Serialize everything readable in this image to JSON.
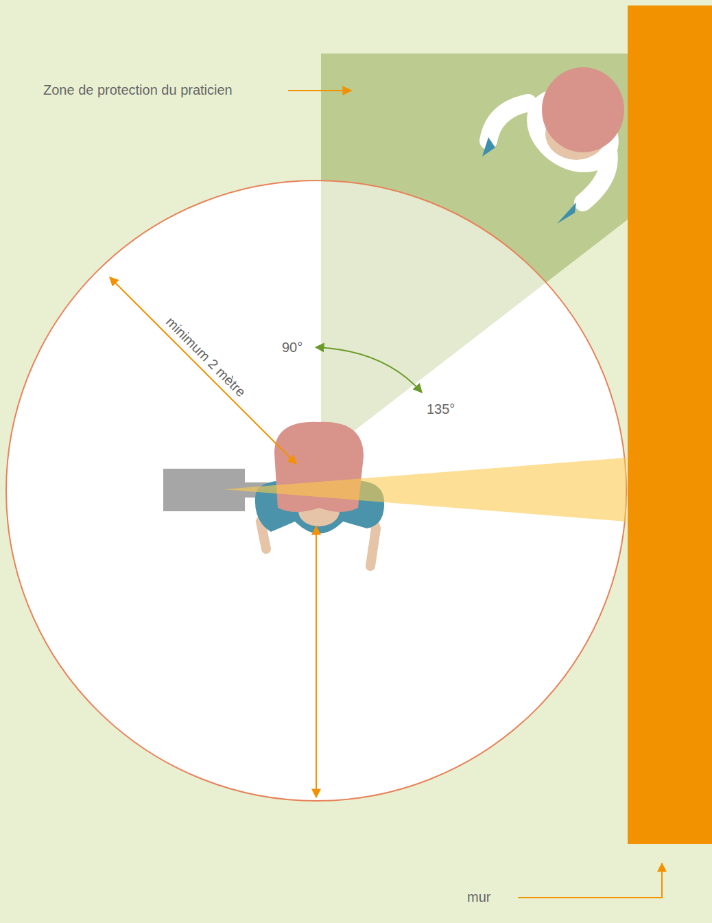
{
  "diagram": {
    "labels": [
      "Zone de protection du praticien",
      "minimum 2 mètre",
      "90°",
      "135°",
      "mur"
    ]
  }
}
